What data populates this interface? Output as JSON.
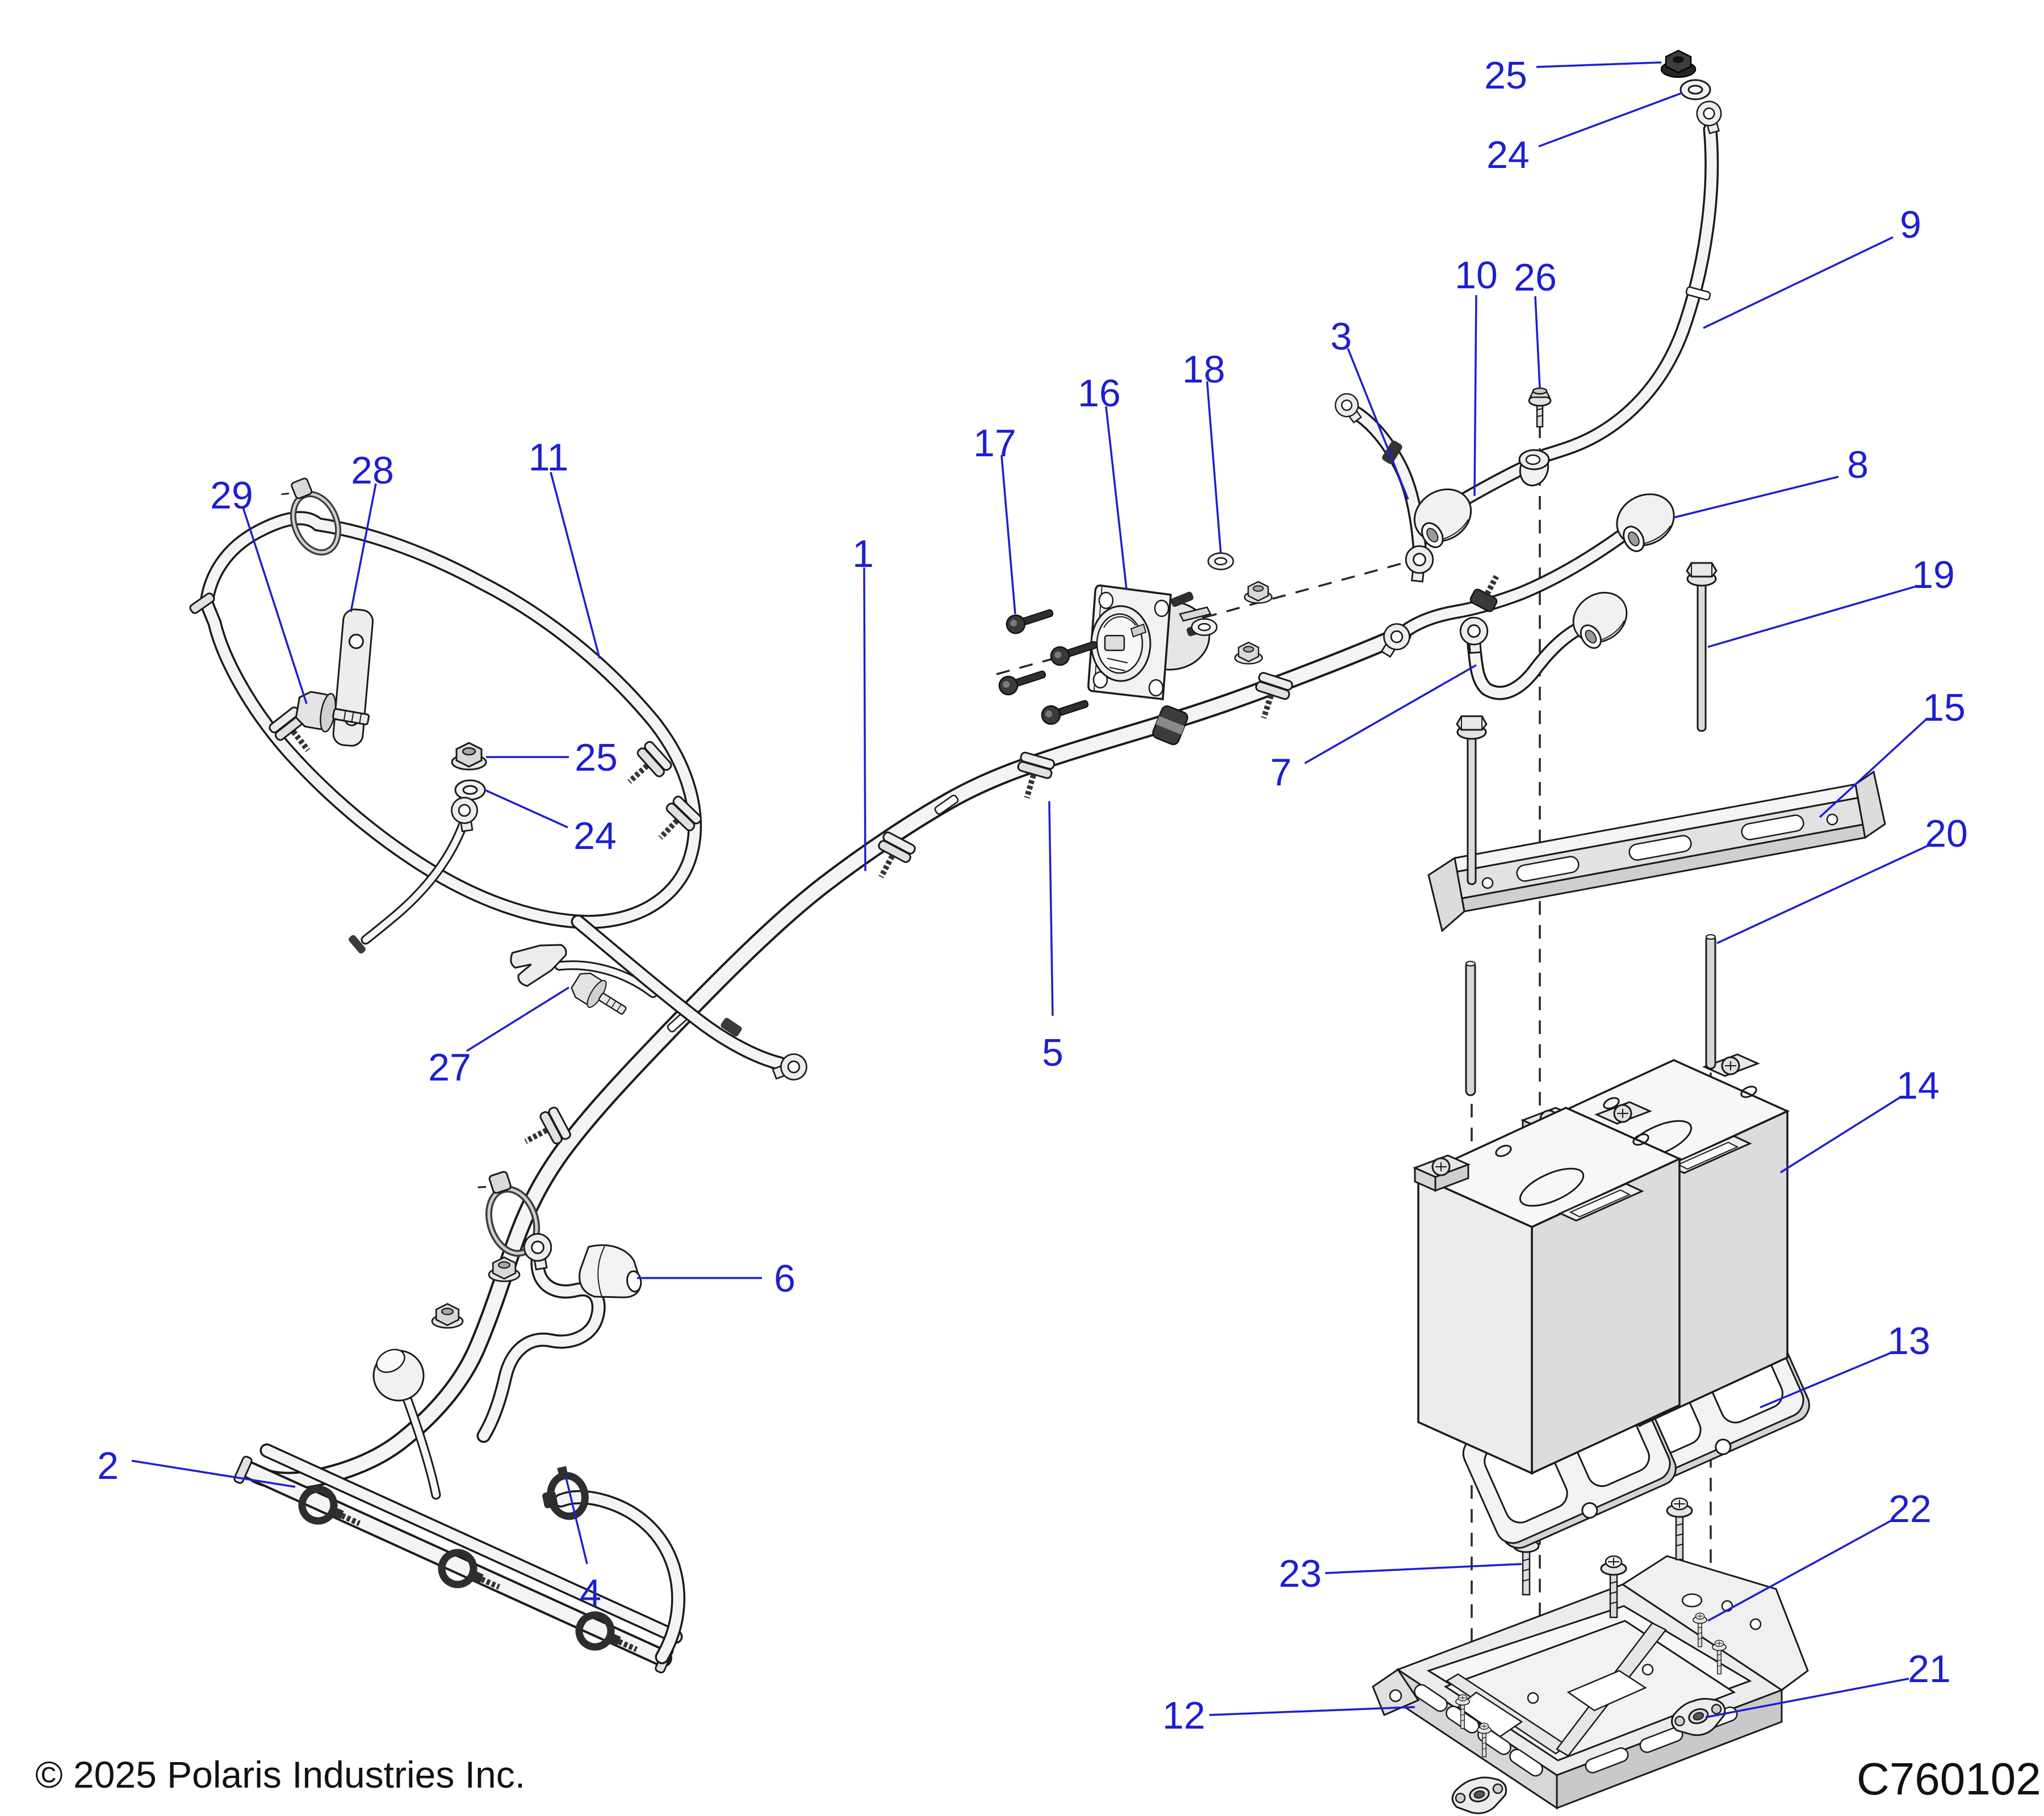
{
  "diagram": {
    "type": "exploded-parts-diagram",
    "subject": "battery, tray and cables",
    "colors": {
      "callout_blue": "#1e1ed2",
      "line_black": "#1a1a1a",
      "background": "#ffffff"
    }
  },
  "footer": {
    "copyright": "© 2025 Polaris Industries Inc.",
    "diagram_code": "C760102"
  },
  "callouts": {
    "c1": "1",
    "c2": "2",
    "c3": "3",
    "c4": "4",
    "c5": "5",
    "c6": "6",
    "c7": "7",
    "c8": "8",
    "c9": "9",
    "c10": "10",
    "c11": "11",
    "c12": "12",
    "c13": "13",
    "c14": "14",
    "c15": "15",
    "c16": "16",
    "c17": "17",
    "c18": "18",
    "c19": "19",
    "c20": "20",
    "c21": "21",
    "c22": "22",
    "c23": "23",
    "c24_top": "24",
    "c25_top": "25",
    "c24_left": "24",
    "c25_left": "25",
    "c26": "26",
    "c27": "27",
    "c28": "28",
    "c29": "29"
  }
}
